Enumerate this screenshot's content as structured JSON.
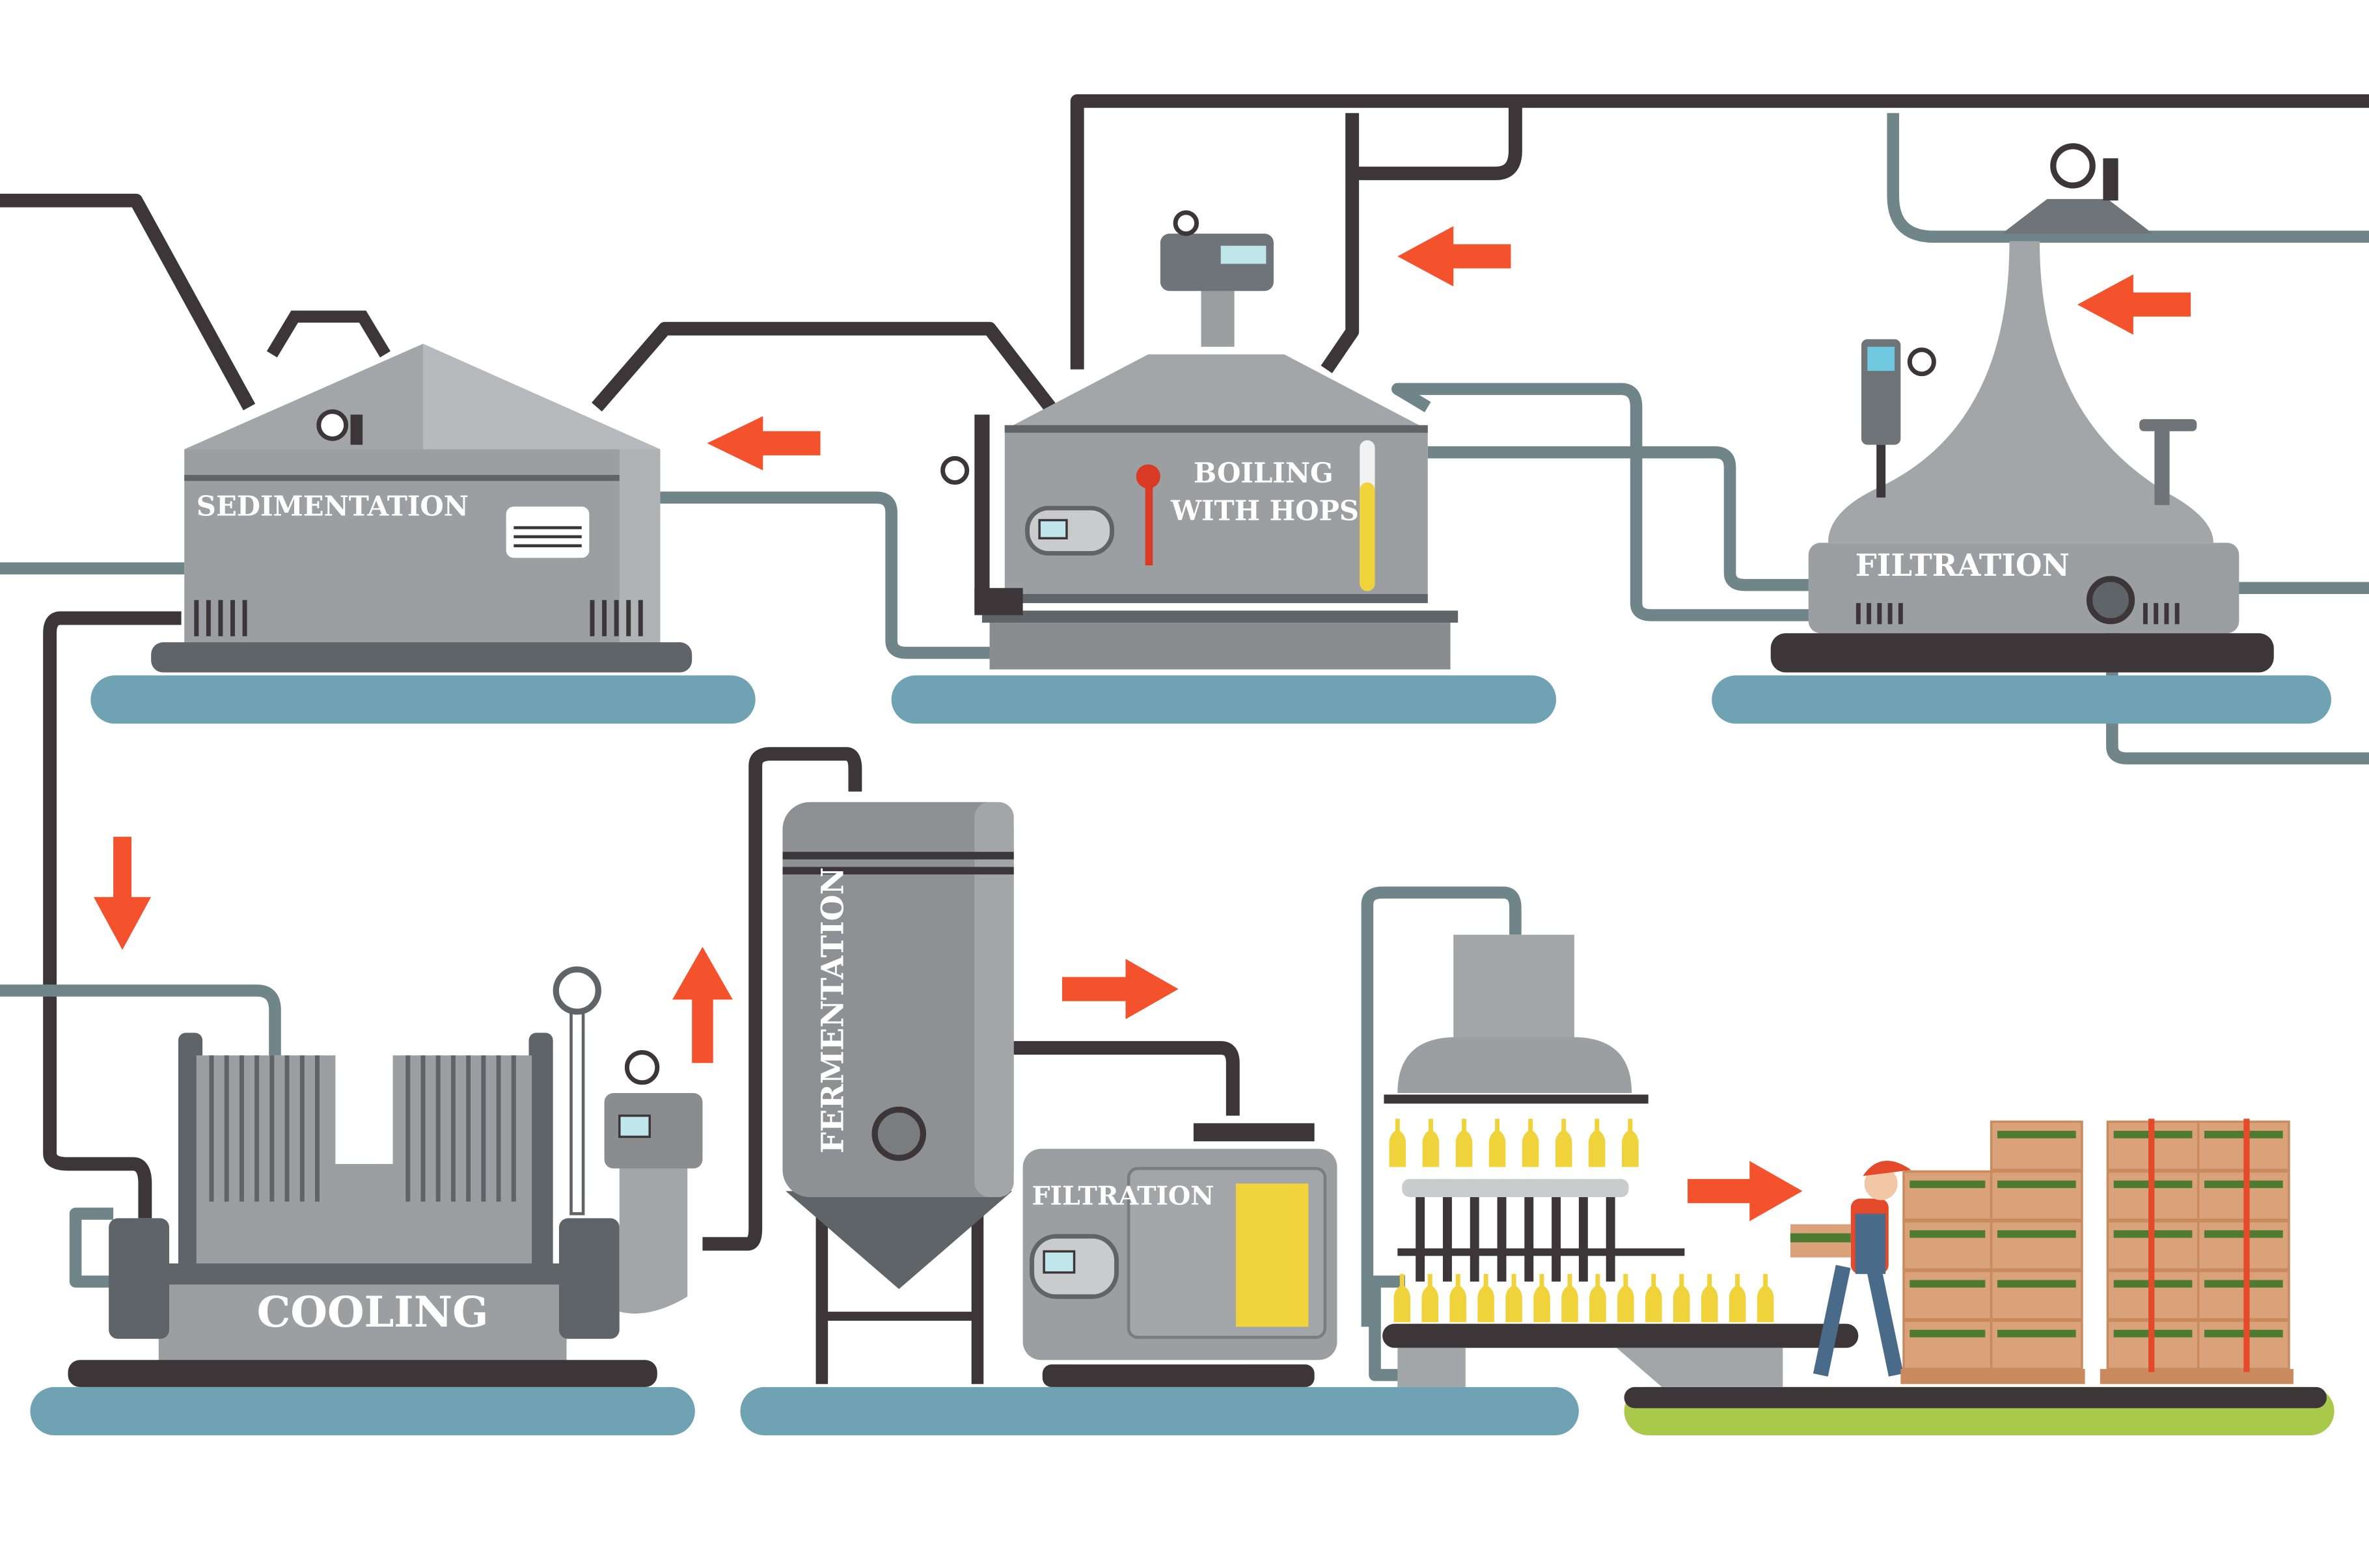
{
  "diagram": {
    "stages": {
      "sedimentation": "SEDIMENTATION",
      "boiling_line1": "BOILING",
      "boiling_line2": "WITH HOPS",
      "filtration_top": "FILTRATION",
      "cooling": "COOLING",
      "fermentation": "FERMENTATION",
      "filtration_bottom": "FILTRATION"
    },
    "colors": {
      "pipe_dark": "#3d3639",
      "pipe_light": "#6f8589",
      "machine": "#9c9fa2",
      "machine_dark": "#5f6468",
      "platform": "#6fa3b3",
      "ground_green": "#a9c94a",
      "arrow": "#f4522c",
      "beer": "#f0d23a",
      "box": "#d9a27a"
    },
    "icons": [
      "arrow-left-icon",
      "arrow-down-icon",
      "arrow-up-icon",
      "arrow-right-icon",
      "gauge-icon",
      "control-panel-icon",
      "thermometer-icon",
      "bottle-icon",
      "worker-icon",
      "crate-icon"
    ]
  }
}
